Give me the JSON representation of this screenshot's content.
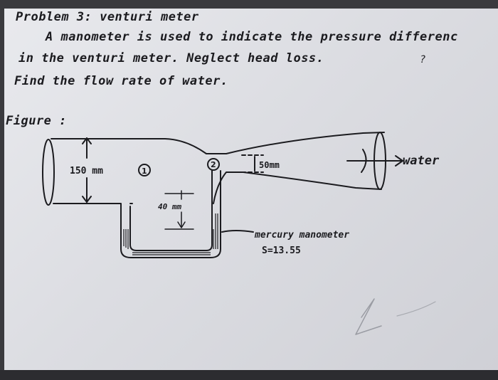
{
  "problem": {
    "title": "Problem 3: venturi meter",
    "line1": "A manometer is used to indicate the pressure differenc",
    "line2": "in the venturi meter. Neglect head loss.",
    "line3": "Find the flow rate of water.",
    "figure_label": "Figure :",
    "stray_mark": "?"
  },
  "diagram": {
    "d1": "150 mm",
    "point1": "1",
    "point2": "2",
    "d2": "50mm",
    "flow": "water",
    "manometer_h": "40 mm",
    "manometer_label": "mercury manometer",
    "gravity": "S=13.55"
  }
}
